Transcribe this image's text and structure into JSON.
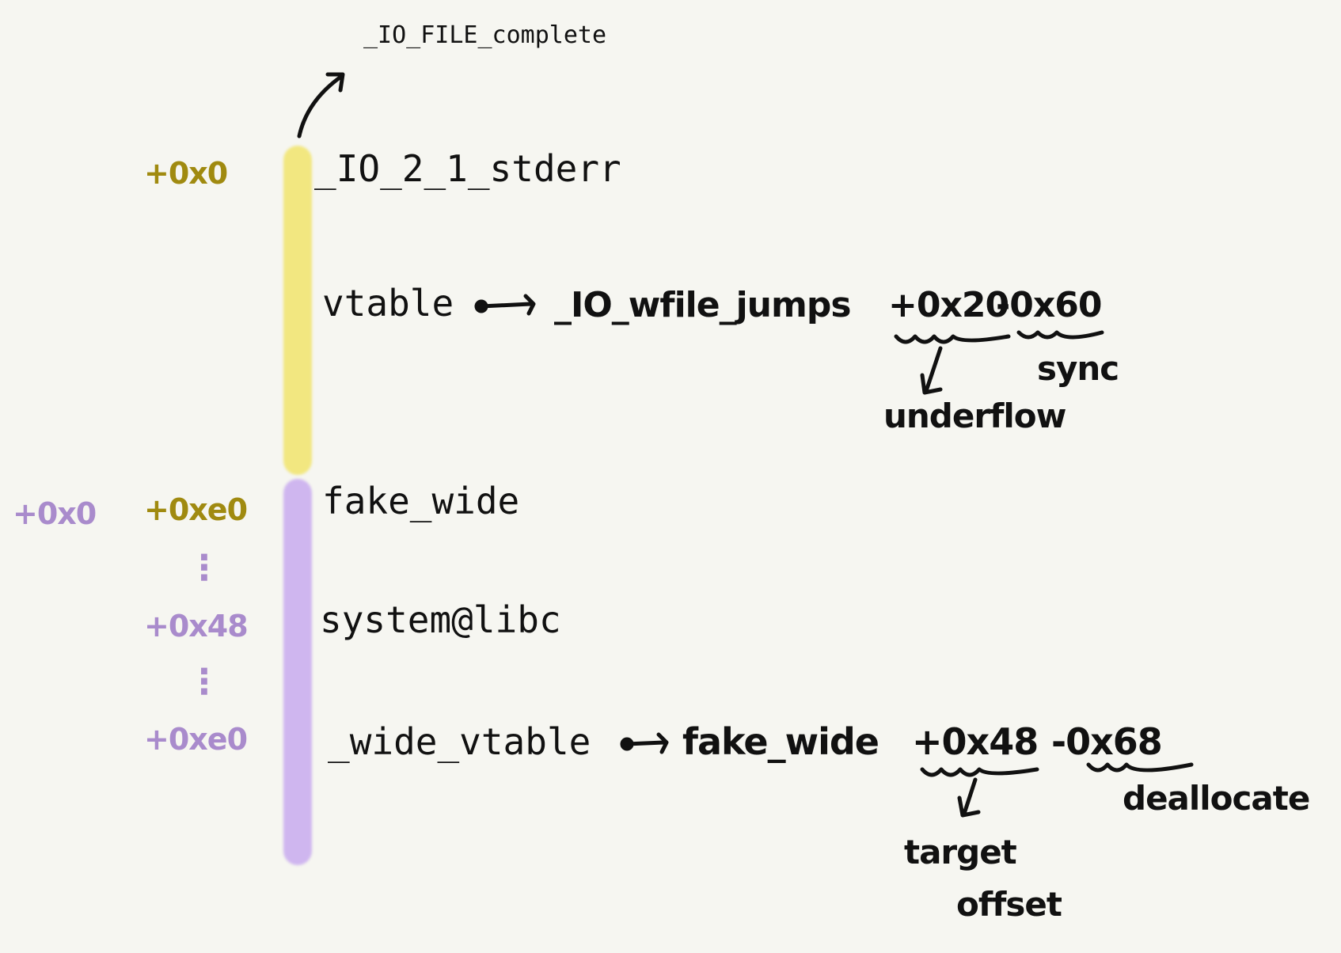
{
  "title": "_IO_FILE_complete",
  "colors": {
    "yellow_bar": "#f2e780",
    "purple_bar": "#cfb6ef",
    "gold_text": "#a08a10",
    "purple_text": "#a98bcc",
    "background": "#f6f6f1"
  },
  "stderr_block": {
    "offset": "+0x0",
    "name": "_IO_2_1_stderr",
    "vtable_label": "vtable",
    "vtable_target": "_IO_wfile_jumps",
    "vtable_plus": "+0x20",
    "vtable_minus": "-0x60",
    "plus_note": "underflow",
    "minus_note": "sync"
  },
  "wide_block": {
    "offset_relative": "+0x0",
    "offset_absolute": "+0xe0",
    "name": "fake_wide",
    "dots": "⋮",
    "system_offset": "+0x48",
    "system_label": "system@libc",
    "vtable_offset": "+0xe0",
    "vtable_label": "_wide_vtable",
    "vtable_target": "fake_wide",
    "vtable_plus": "+0x48",
    "vtable_minus": "-0x68",
    "plus_note_line1": "target",
    "plus_note_line2": "offset",
    "minus_note": "deallocate"
  }
}
